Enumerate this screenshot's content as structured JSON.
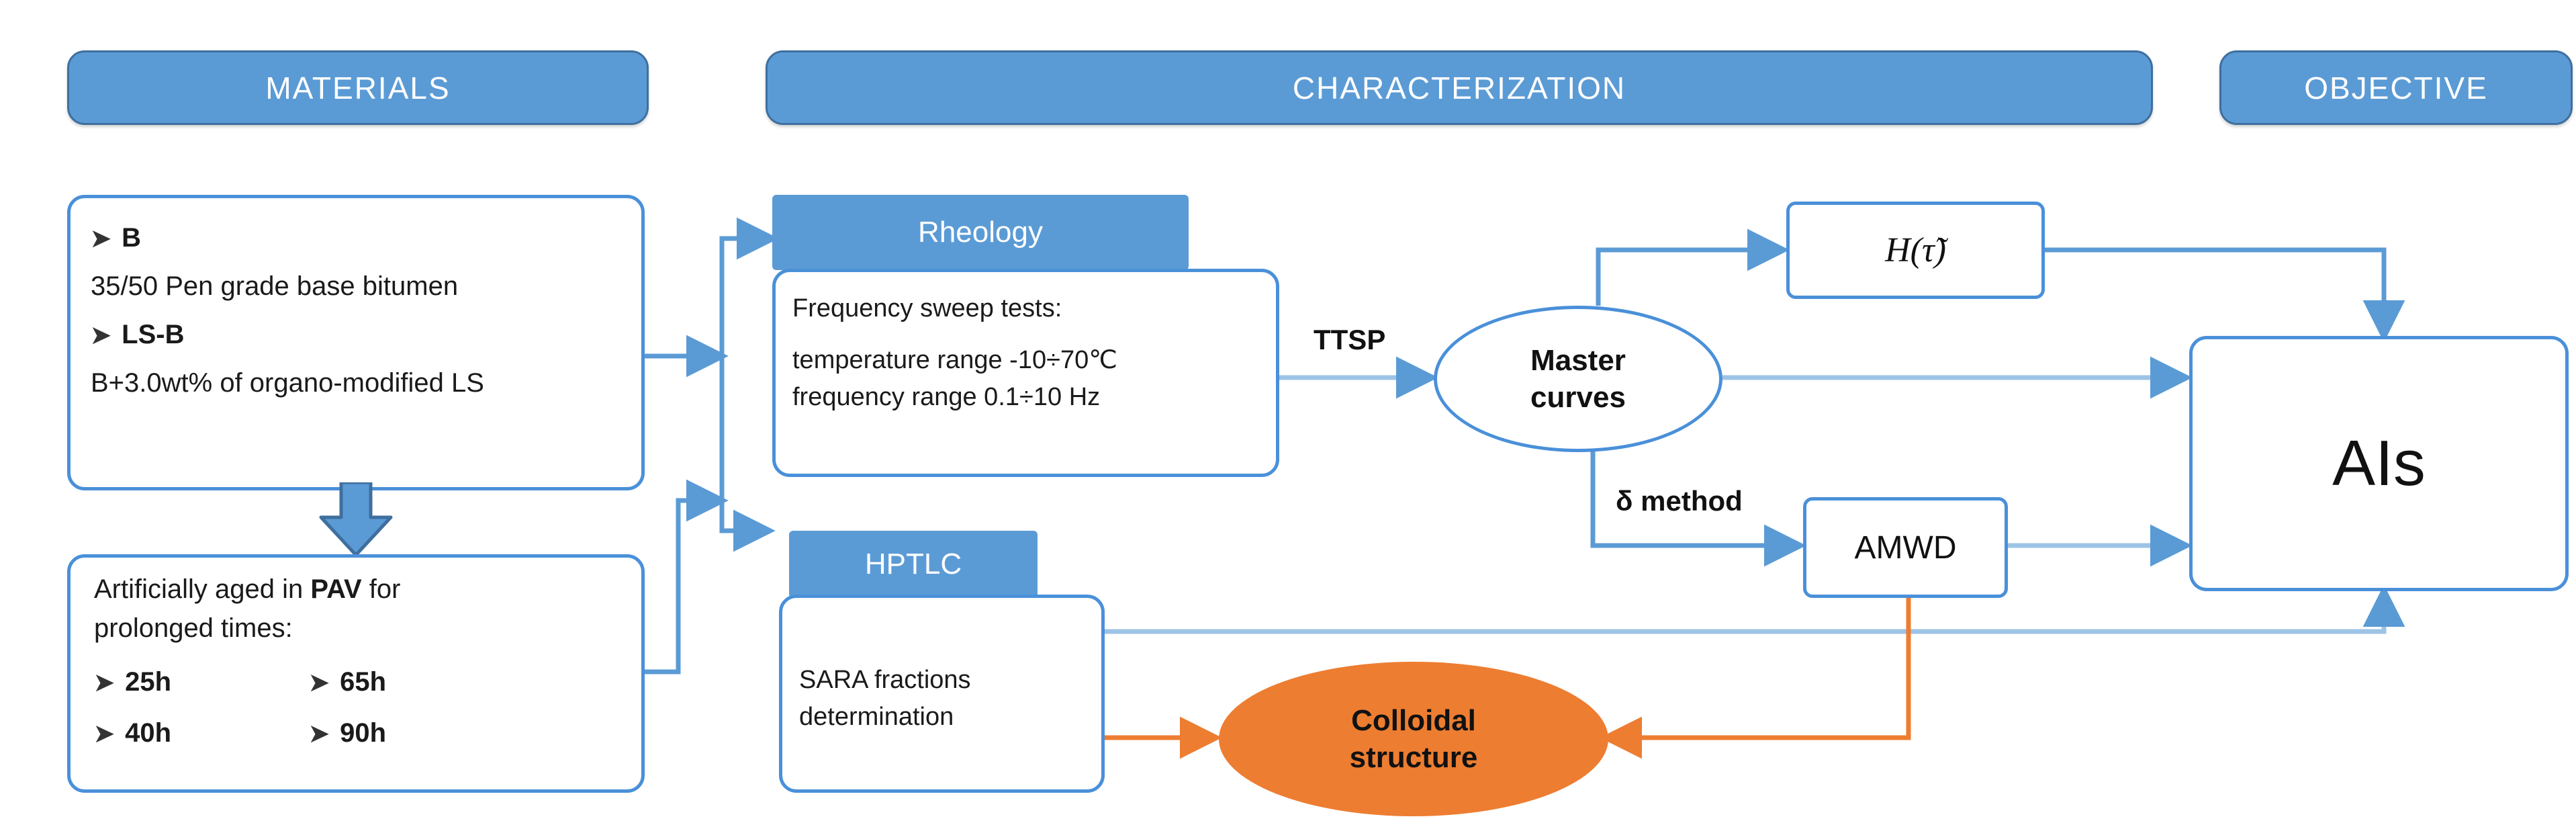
{
  "headers": [
    {
      "id": "materials",
      "label": "MATERIALS"
    },
    {
      "id": "characterization",
      "label": "CHARACTERIZATION"
    },
    {
      "id": "objective",
      "label": "OBJECTIVE"
    }
  ],
  "materials_card": {
    "bullet1": "B",
    "line1": "35/50 Pen grade base bitumen",
    "bullet2": "LS-B",
    "line2": "B+3.0wt% of organo-modified LS",
    "bullet_glyph": "➤"
  },
  "aging_card": {
    "line1_a": "Artificially aged in ",
    "line1_b": "PAV",
    "line1_c": " for",
    "line2": "prolonged times:",
    "times": [
      "25h",
      "65h",
      "40h",
      "90h"
    ],
    "bullet_glyph": "➤"
  },
  "rheology": {
    "title": "Rheology",
    "line1": "Frequency sweep tests:",
    "line2": "temperature range -10÷70℃",
    "line3": "frequency range 0.1÷10 Hz"
  },
  "hptlc": {
    "title": "HPTLC",
    "line1": "SARA fractions",
    "line2": "determination"
  },
  "nodes": {
    "ttsp_label": "TTSP",
    "master_curves_line1": "Master",
    "master_curves_line2": "curves",
    "relaxation_spectrum": "H(τ̃)",
    "delta_method_label": "δ method",
    "amwd": "AMWD",
    "ais": "AIs",
    "colloidal_line1": "Colloidal",
    "colloidal_line2": "structure"
  },
  "colors": {
    "header_fill": "#5B9BD5",
    "header_border": "#3F6F9F",
    "box_border": "#4A90D9",
    "connector_blue": "#5B9BD5",
    "connector_blue_light": "#9DC3E6",
    "connector_orange": "#ED7D31",
    "colloidal_fill": "#ED7D31",
    "page_background": "#FFFFFF"
  }
}
